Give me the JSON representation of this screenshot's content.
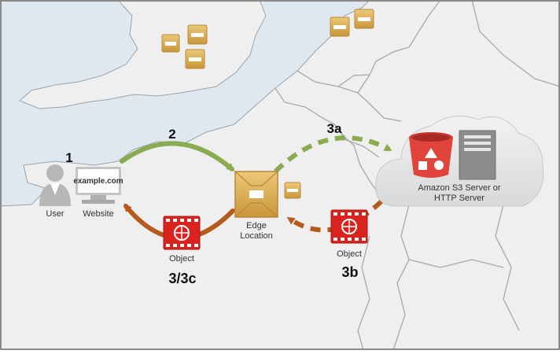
{
  "labels": {
    "user": "User",
    "website": "Website",
    "website_url": "example.com",
    "edge_line1": "Edge",
    "edge_line2": "Location",
    "server_line1": "Amazon S3 Server or",
    "server_line2": "HTTP Server",
    "object_left": "Object",
    "object_right": "Object"
  },
  "steps": {
    "s1": "1",
    "s2": "2",
    "s3a": "3a",
    "s3b": "3b",
    "s3c": "3/3c"
  },
  "colors": {
    "water": "#ffffff",
    "land": "#e8e8e8",
    "border": "#a8a8a8",
    "coast": "#9aa3ad",
    "arrow_green": "#8aab4f",
    "arrow_brown": "#b45a1c",
    "edge_gold": "#dcb35c",
    "bucket_red": "#e0443b",
    "object_red": "#d9231f",
    "cloud": "#e6e6e6",
    "server_gray": "#8c8c8c"
  }
}
